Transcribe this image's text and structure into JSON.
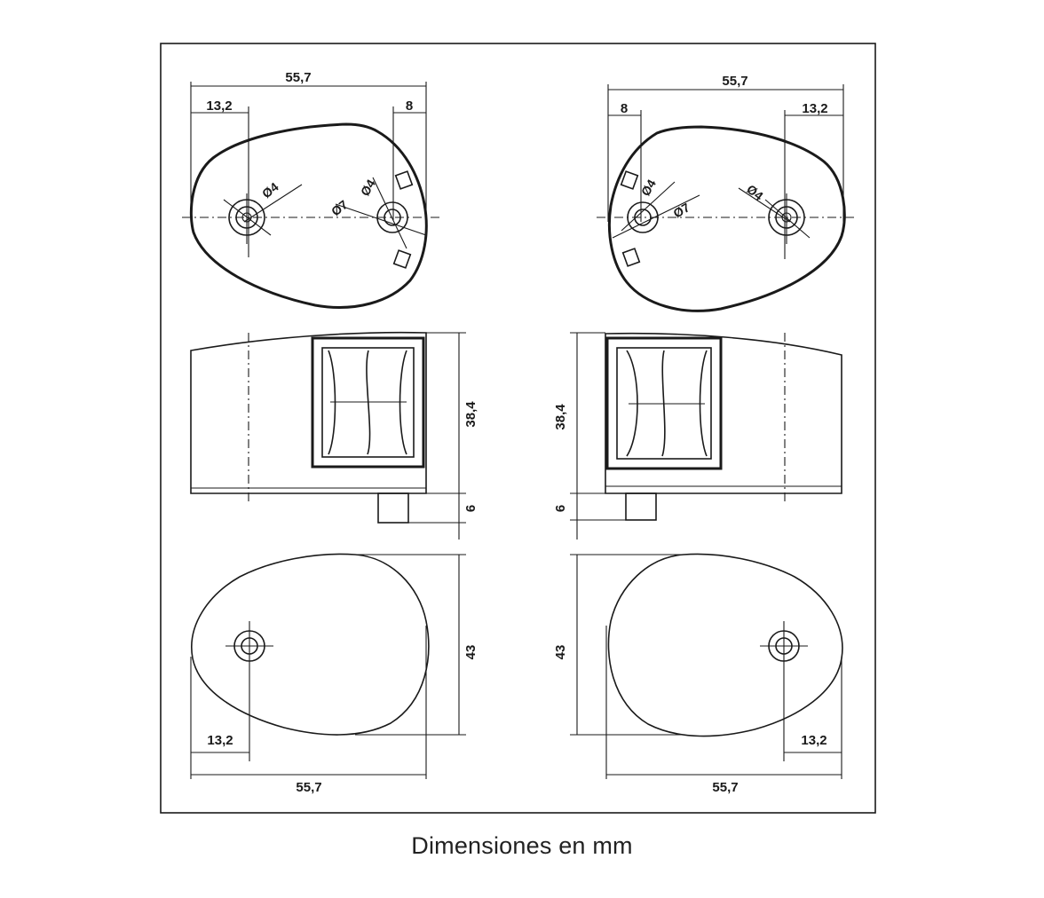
{
  "caption": "Dimensiones en mm",
  "dims": {
    "width": "55,7",
    "hole_offset": "13,2",
    "slot_offset": "8",
    "height_body": "38,4",
    "height_base": "6",
    "depth": "43",
    "dia_small": "Ø4",
    "dia_large": "Ø7"
  }
}
